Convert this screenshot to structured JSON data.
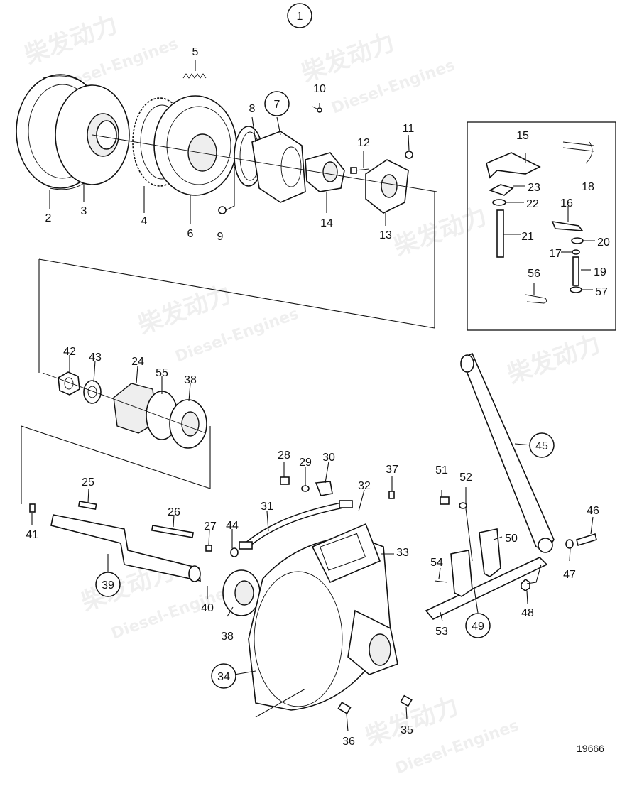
{
  "diagram": {
    "group_number": "1",
    "drawing_ref": "19666",
    "watermark_cn": "柴发动力",
    "watermark_en": "Diesel-Engines",
    "parts": [
      {
        "id": "p1",
        "label": "1",
        "circled": true
      },
      {
        "id": "p2",
        "label": "2",
        "circled": false
      },
      {
        "id": "p3",
        "label": "3",
        "circled": false
      },
      {
        "id": "p4",
        "label": "4",
        "circled": false
      },
      {
        "id": "p5",
        "label": "5",
        "circled": false
      },
      {
        "id": "p6",
        "label": "6",
        "circled": false
      },
      {
        "id": "p7",
        "label": "7",
        "circled": true
      },
      {
        "id": "p8",
        "label": "8",
        "circled": false
      },
      {
        "id": "p9",
        "label": "9",
        "circled": false
      },
      {
        "id": "p10",
        "label": "10",
        "circled": false
      },
      {
        "id": "p11",
        "label": "11",
        "circled": false
      },
      {
        "id": "p12",
        "label": "12",
        "circled": false
      },
      {
        "id": "p13",
        "label": "13",
        "circled": false
      },
      {
        "id": "p14",
        "label": "14",
        "circled": false
      },
      {
        "id": "p15",
        "label": "15",
        "circled": false
      },
      {
        "id": "p16",
        "label": "16",
        "circled": false
      },
      {
        "id": "p17",
        "label": "17",
        "circled": false
      },
      {
        "id": "p18",
        "label": "18",
        "circled": false
      },
      {
        "id": "p19",
        "label": "19",
        "circled": false
      },
      {
        "id": "p20",
        "label": "20",
        "circled": false
      },
      {
        "id": "p21",
        "label": "21",
        "circled": false
      },
      {
        "id": "p22",
        "label": "22",
        "circled": false
      },
      {
        "id": "p23",
        "label": "23",
        "circled": false
      },
      {
        "id": "p24",
        "label": "24",
        "circled": false
      },
      {
        "id": "p25",
        "label": "25",
        "circled": false
      },
      {
        "id": "p26",
        "label": "26",
        "circled": false
      },
      {
        "id": "p27",
        "label": "27",
        "circled": false
      },
      {
        "id": "p28",
        "label": "28",
        "circled": false
      },
      {
        "id": "p29",
        "label": "29",
        "circled": false
      },
      {
        "id": "p30",
        "label": "30",
        "circled": false
      },
      {
        "id": "p31",
        "label": "31",
        "circled": false
      },
      {
        "id": "p32",
        "label": "32",
        "circled": false
      },
      {
        "id": "p33",
        "label": "33",
        "circled": false
      },
      {
        "id": "p34",
        "label": "34",
        "circled": true
      },
      {
        "id": "p35",
        "label": "35",
        "circled": false
      },
      {
        "id": "p36",
        "label": "36",
        "circled": false
      },
      {
        "id": "p37",
        "label": "37",
        "circled": false
      },
      {
        "id": "p38a",
        "label": "38",
        "circled": false
      },
      {
        "id": "p38b",
        "label": "38",
        "circled": false
      },
      {
        "id": "p39",
        "label": "39",
        "circled": true
      },
      {
        "id": "p40",
        "label": "40",
        "circled": false
      },
      {
        "id": "p41",
        "label": "41",
        "circled": false
      },
      {
        "id": "p42",
        "label": "42",
        "circled": false
      },
      {
        "id": "p43",
        "label": "43",
        "circled": false
      },
      {
        "id": "p44",
        "label": "44",
        "circled": false
      },
      {
        "id": "p45",
        "label": "45",
        "circled": true
      },
      {
        "id": "p46",
        "label": "46",
        "circled": false
      },
      {
        "id": "p47",
        "label": "47",
        "circled": false
      },
      {
        "id": "p48",
        "label": "48",
        "circled": false
      },
      {
        "id": "p49",
        "label": "49",
        "circled": true
      },
      {
        "id": "p50",
        "label": "50",
        "circled": false
      },
      {
        "id": "p51",
        "label": "51",
        "circled": false
      },
      {
        "id": "p52",
        "label": "52",
        "circled": false
      },
      {
        "id": "p53",
        "label": "53",
        "circled": false
      },
      {
        "id": "p54",
        "label": "54",
        "circled": false
      },
      {
        "id": "p55",
        "label": "55",
        "circled": false
      },
      {
        "id": "p56",
        "label": "56",
        "circled": false
      },
      {
        "id": "p57",
        "label": "57",
        "circled": false
      }
    ]
  }
}
